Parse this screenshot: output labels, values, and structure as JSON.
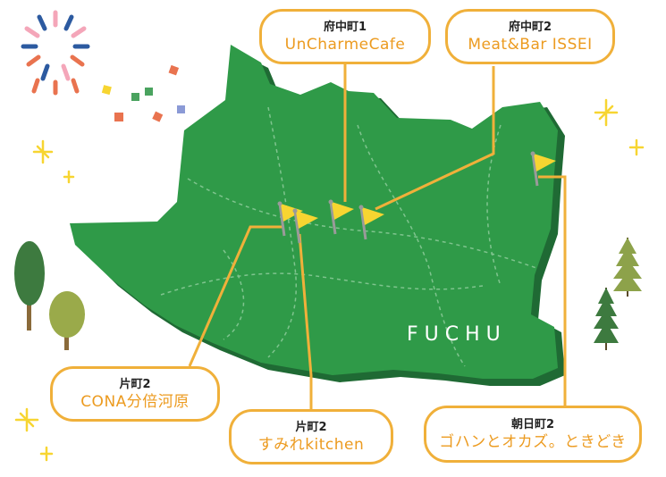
{
  "map": {
    "area_label": "FUCHU",
    "colors": {
      "land": "#2f9a48",
      "land_shadow": "#1f6a34",
      "route": "#f0b03a",
      "flag": "#f7d531",
      "road": "#7fc48e"
    }
  },
  "callouts": [
    {
      "id": "uncharme",
      "address": "府中町1",
      "name": "UnCharmeCafe"
    },
    {
      "id": "issei",
      "address": "府中町2",
      "name": "Meat&Bar ISSEI"
    },
    {
      "id": "cona",
      "address": "片町2",
      "name": "CONA分倍河原"
    },
    {
      "id": "sumire",
      "address": "片町2",
      "name": "すみれkitchen"
    },
    {
      "id": "gohan",
      "address": "朝日町2",
      "name": "ゴハンとオカズ。ときどき"
    }
  ]
}
